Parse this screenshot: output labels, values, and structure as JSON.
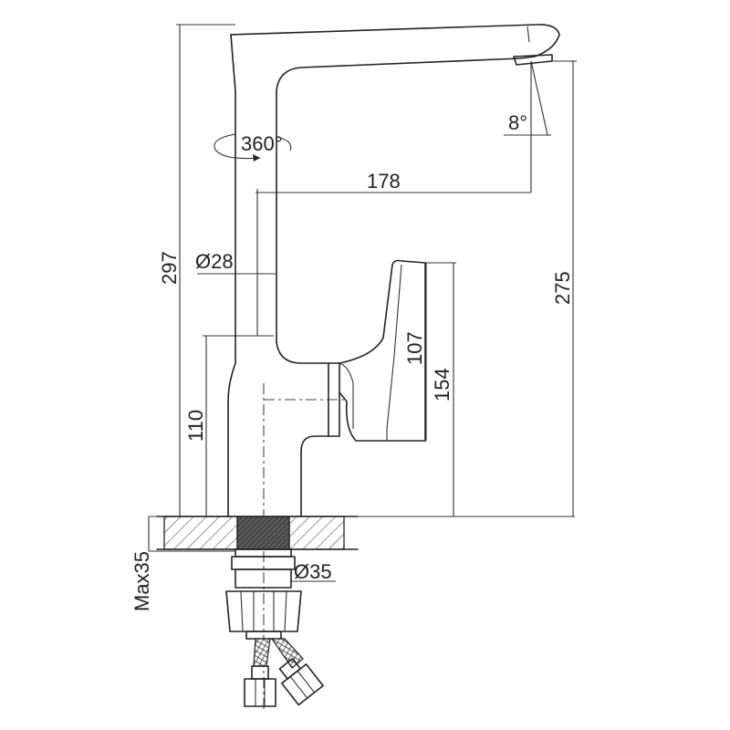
{
  "diagram": {
    "labels": {
      "rotation": "360°",
      "spout_angle": "8°",
      "spout_reach": "178",
      "total_height": "297",
      "spout_height": "275",
      "pipe_diameter": "Ø28",
      "body_height": "110",
      "handle_height": "107",
      "handle_top_height": "154",
      "max_counter_thickness": "Max35",
      "mount_diameter": "Ø35"
    },
    "colors": {
      "line": "#222222",
      "hatch": "#555555",
      "dark_fill": "#4a4a4a",
      "background": "#ffffff"
    }
  }
}
